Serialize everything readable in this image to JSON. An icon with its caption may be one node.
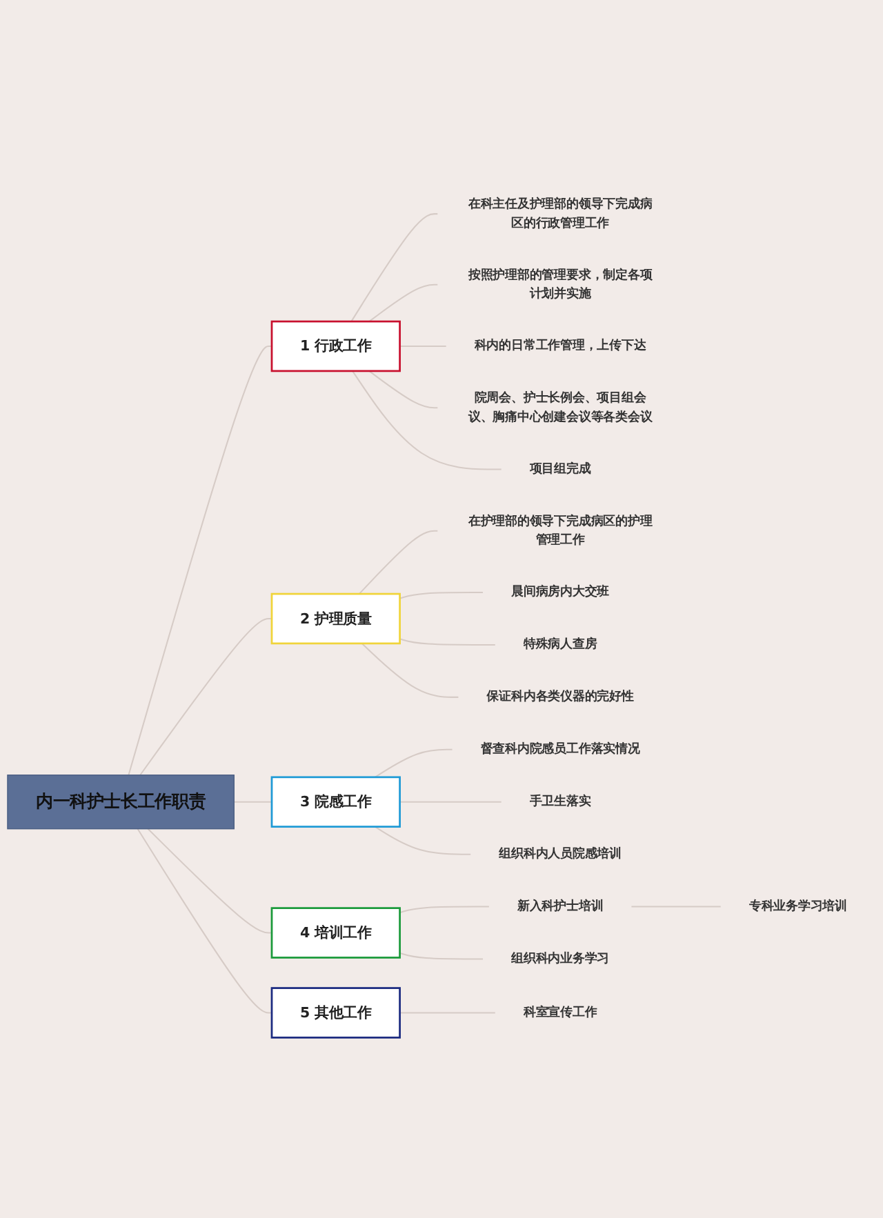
{
  "diagram": {
    "nodes": [
      {
        "text": [
          "内一科护士长工作职责"
        ]
      },
      {
        "text": [
          "1 行政工作"
        ]
      },
      {
        "text": [
          "在科主任及护理部的领导下完成病区的行政管理工作"
        ]
      },
      {
        "text": [
          "按照护理部的管理要求，制定各项计划并实施"
        ]
      },
      {
        "text": [
          "科内的日常工作管理，上传下达"
        ]
      },
      {
        "text": [
          "院周会、护士长例会、项目组会议、胸痛中心创建会议等各类会议"
        ]
      },
      {
        "text": [
          "项目组完成"
        ]
      },
      {
        "text": [
          "2 护理质量"
        ]
      },
      {
        "text": [
          "在护理部的领导下完成病区的护理管理工作"
        ]
      },
      {
        "text": [
          "晨间病房内大交班"
        ]
      },
      {
        "text": [
          "特殊病人查房"
        ]
      },
      {
        "text": [
          "保证科内各类仪器的完好性"
        ]
      },
      {
        "text": [
          "3 院感工作"
        ]
      },
      {
        "text": [
          "督查科内院感员工作落实情况"
        ]
      },
      {
        "text": [
          "手卫生落实"
        ]
      },
      {
        "text": [
          "组织科内人员院感培训"
        ]
      },
      {
        "text": [
          "4 培训工作"
        ]
      },
      {
        "text": [
          "新入科护士培训"
        ]
      },
      {
        "text": [
          "专科业务学习培训"
        ]
      },
      {
        "text": [
          "组织科内业务学习"
        ]
      },
      {
        "text": [
          "5 其他工作"
        ]
      },
      {
        "text": [
          "科室宣传工作"
        ]
      }
    ],
    "edges": [
      {
        "from": 0,
        "to": 1,
        "arrow": "none"
      },
      {
        "from": 1,
        "to": 2,
        "arrow": "none"
      },
      {
        "from": 1,
        "to": 3,
        "arrow": "none"
      },
      {
        "from": 1,
        "to": 4,
        "arrow": "none"
      },
      {
        "from": 1,
        "to": 5,
        "arrow": "none"
      },
      {
        "from": 1,
        "to": 6,
        "arrow": "none"
      },
      {
        "from": 0,
        "to": 7,
        "arrow": "none"
      },
      {
        "from": 7,
        "to": 8,
        "arrow": "none"
      },
      {
        "from": 7,
        "to": 9,
        "arrow": "none"
      },
      {
        "from": 7,
        "to": 10,
        "arrow": "none"
      },
      {
        "from": 7,
        "to": 11,
        "arrow": "none"
      },
      {
        "from": 0,
        "to": 12,
        "arrow": "none"
      },
      {
        "from": 12,
        "to": 13,
        "arrow": "none"
      },
      {
        "from": 12,
        "to": 14,
        "arrow": "none"
      },
      {
        "from": 12,
        "to": 15,
        "arrow": "none"
      },
      {
        "from": 0,
        "to": 16,
        "arrow": "none"
      },
      {
        "from": 16,
        "to": 17,
        "arrow": "none"
      },
      {
        "from": 17,
        "to": 18,
        "arrow": "none"
      },
      {
        "from": 16,
        "to": 19,
        "arrow": "none"
      },
      {
        "from": 0,
        "to": 20,
        "arrow": "none"
      },
      {
        "from": 20,
        "to": 21,
        "arrow": "none"
      }
    ]
  }
}
